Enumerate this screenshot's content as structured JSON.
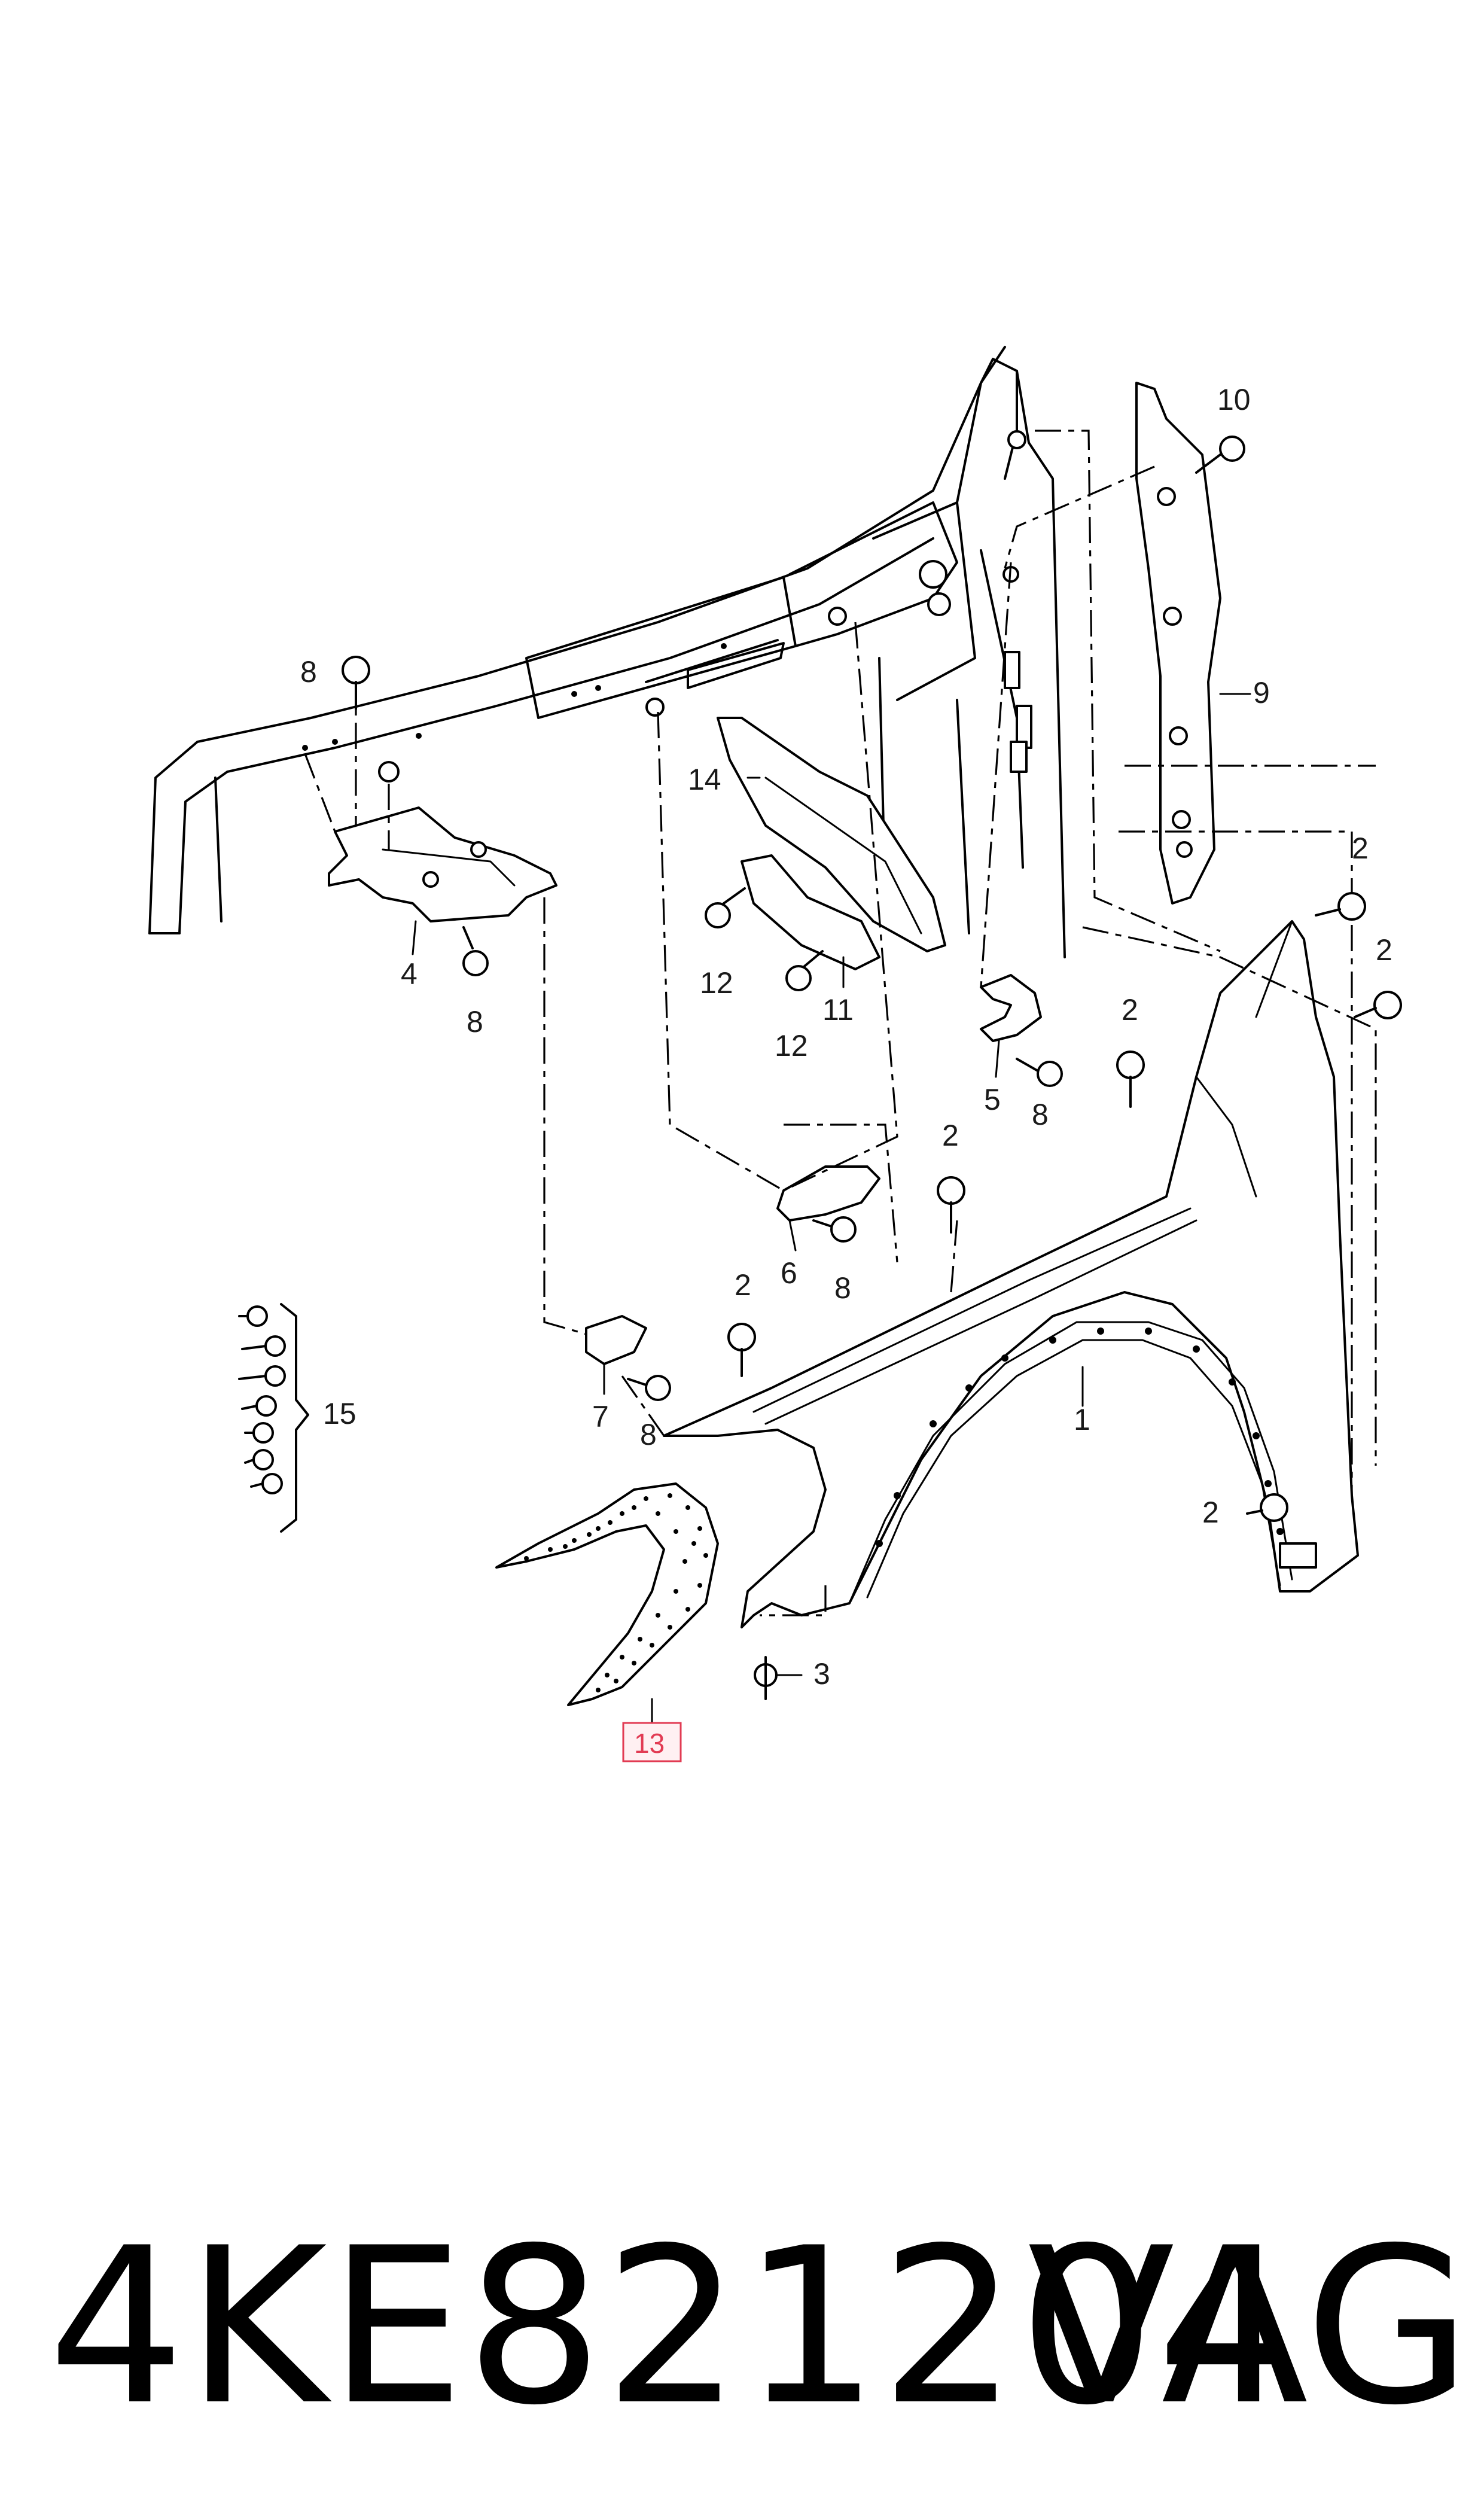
{
  "callouts": {
    "c1": "1",
    "c2a": "2",
    "c2b": "2",
    "c2c": "2",
    "c2d": "2",
    "c2e": "2",
    "c2f": "2",
    "c3": "3",
    "c4": "4",
    "c5": "5",
    "c6": "6",
    "c7": "7",
    "c8a": "8",
    "c8b": "8",
    "c8c": "8",
    "c8d": "8",
    "c8e": "8",
    "c9": "9",
    "c10": "10",
    "c11": "11",
    "c12a": "12",
    "c12b": "12",
    "c13": "13",
    "c14": "14",
    "c15": "15"
  },
  "highlighted_part": "13",
  "highlight_color": "#e23b53",
  "footer": {
    "part_number": "4KE821204",
    "brand": "VAG"
  }
}
